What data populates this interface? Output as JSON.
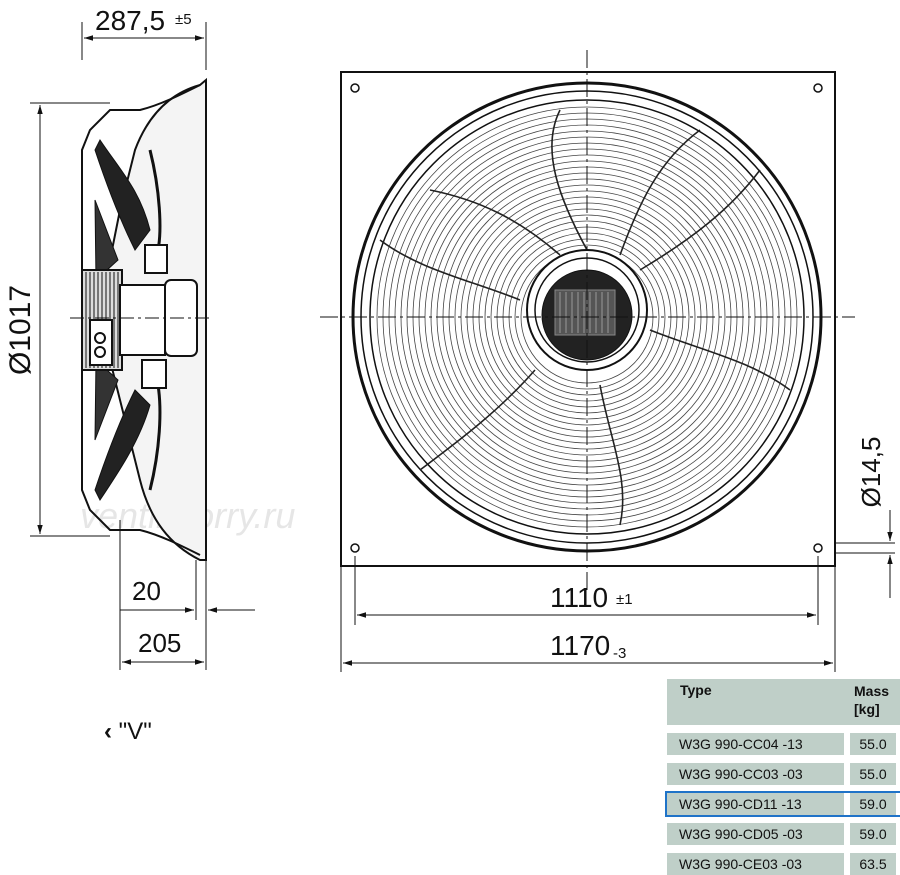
{
  "dimensions": {
    "depth": "287,5",
    "depth_tol": "±5",
    "diameter": "Ø1017",
    "dim20": "20",
    "dim205": "205",
    "hole_spacing": "1110",
    "hole_spacing_tol": "±1",
    "plate_width": "1170",
    "plate_width_tol": "-3",
    "hole_diameter": "Ø14,5"
  },
  "view_label": "\"V\"",
  "view_arrow_icon": "chevron-left-icon",
  "watermark": "ventilatorry.ru",
  "table": {
    "header_type": "Type",
    "header_mass_1": "Mass",
    "header_mass_2": "[kg]",
    "rows": [
      {
        "type": "W3G 990-CC04  -13",
        "mass": "55.0"
      },
      {
        "type": "W3G 990-CC03  -03",
        "mass": "55.0"
      },
      {
        "type": "W3G 990-CD11  -13",
        "mass": "59.0"
      },
      {
        "type": "W3G 990-CD05  -03",
        "mass": "59.0"
      },
      {
        "type": "W3G 990-CE03  -03",
        "mass": "63.5"
      }
    ],
    "selected_row": 2,
    "highlight_color": "#1f73c8",
    "cell_color": "#bfcfc8"
  }
}
